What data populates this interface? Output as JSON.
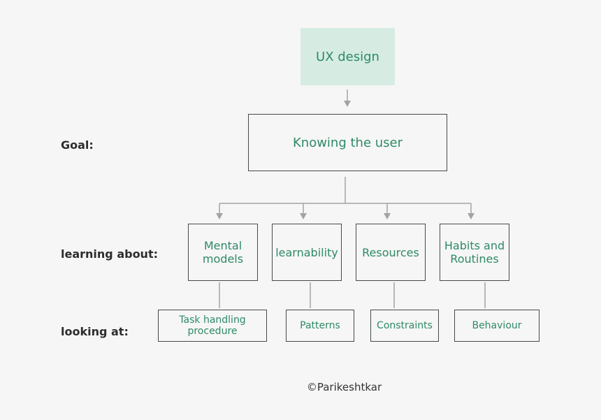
{
  "colors": {
    "background": "#f6f6f6",
    "accent_text": "#2e8a66",
    "root_fill": "#d6ece3",
    "border": "#45494d",
    "connector": "#a3a3a3",
    "label_text": "#2d2d2d"
  },
  "root": {
    "label": "UX design"
  },
  "row_labels": {
    "goal": "Goal:",
    "learning": "learning about:",
    "looking": "looking at:"
  },
  "goal": {
    "label": "Knowing the user"
  },
  "learning_items": [
    "Mental\nmodels",
    "learnability",
    "Resources",
    "Habits and\nRoutines"
  ],
  "looking_items": [
    "Task handling\nprocedure",
    "Patterns",
    "Constraints",
    "Behaviour"
  ],
  "footer": {
    "copyright": "©Parikeshtkar"
  }
}
